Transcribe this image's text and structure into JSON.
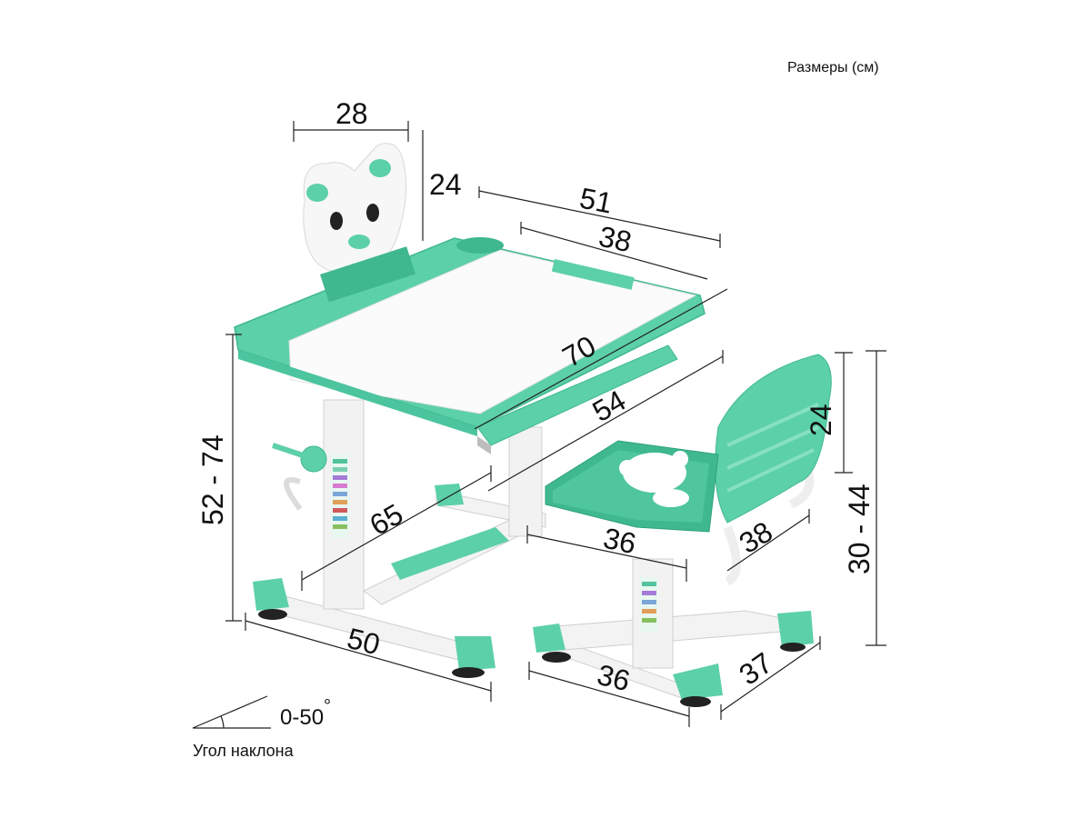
{
  "units_label": "Размеры (см)",
  "colors": {
    "accent": "#5cd0a9",
    "accent_dark": "#3fb88f",
    "frame": "#f2f2f2",
    "line": "#222222"
  },
  "dimensions": {
    "bookstand_width": "28",
    "bookstand_height": "24",
    "desk_width": "51",
    "desk_inner_width": "38",
    "desk_length": "70",
    "drawer_length": "54",
    "desk_height": "52 - 74",
    "desk_depth": "65",
    "desk_base": "50",
    "backrest_height": "24",
    "chair_height": "30 - 44",
    "seat_width": "36",
    "seat_depth": "38",
    "chair_base_width": "36",
    "chair_base_depth": "37"
  },
  "tilt": {
    "value": "0-50",
    "degree_symbol": "°",
    "label": "Угол наклона"
  },
  "icons": {
    "product": "kids-desk-chair-set",
    "angle": "tilt-angle-icon"
  }
}
